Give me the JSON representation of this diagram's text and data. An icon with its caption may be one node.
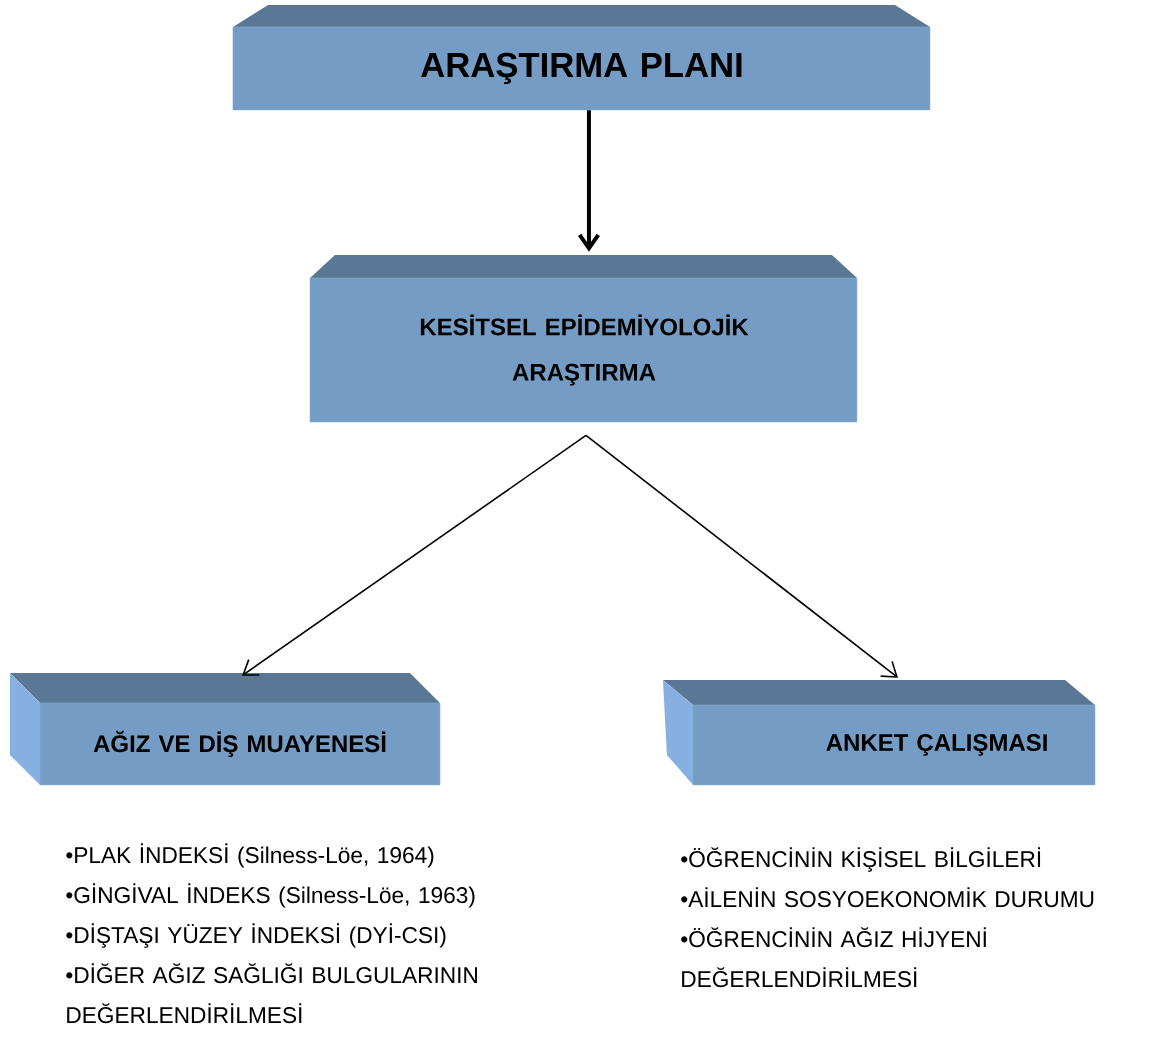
{
  "diagram": {
    "nodes": [
      {
        "text": [
          "ARAŞTIRMA PLANI"
        ]
      },
      {
        "text": [
          "KESİTSEL EPİDEMİYOLOJİK ARAŞTIRMA"
        ]
      },
      {
        "text": [
          "AĞIZ VE DİŞ MUAYENESİ"
        ],
        "beside": [
          "•PLAK İNDEKSİ (Silness-Löe, 1964)",
          "•GİNGİVAL İNDEKS (Silness-Löe, 1963)",
          "•DİŞTAŞI YÜZEY İNDEKSİ (DYİ-CSI)",
          "•DİĞER AĞIZ SAĞLIĞI BULGULARININ DEĞERLENDİRİLMESİ"
        ]
      },
      {
        "text": [
          "ANKET ÇALIŞMASI"
        ],
        "beside": [
          "•ÖĞRENCİNİN KİŞİSEL BİLGİLERİ",
          "•AİLENİN SOSYOEKONOMİK DURUMU",
          "•ÖĞRENCİNİN AĞIZ HİJYENİ DEĞERLENDİRİLMESİ"
        ]
      }
    ],
    "edges": [
      {
        "from": 0,
        "to": 1,
        "arrow": "to",
        "style": "thick"
      },
      {
        "from": 1,
        "to": 2,
        "arrow": "to"
      },
      {
        "from": 1,
        "to": 3,
        "arrow": "to"
      }
    ]
  }
}
